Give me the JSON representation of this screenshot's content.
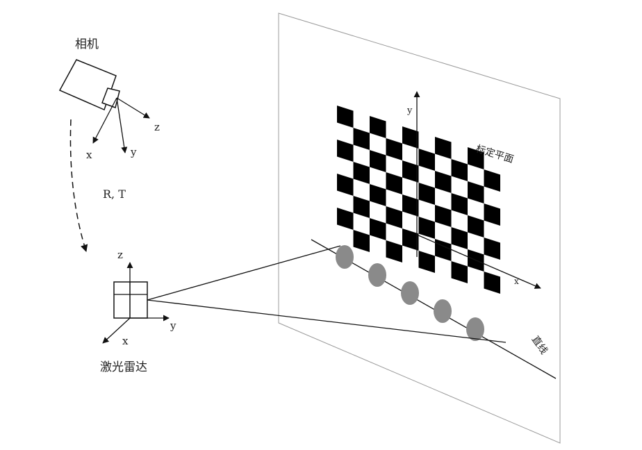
{
  "labels": {
    "camera": "相机",
    "lidar": "激光雷达",
    "rt": "R, T",
    "calib_plane": "标定平面",
    "line": "直线"
  },
  "axes": {
    "camera": {
      "x": "x",
      "y": "y",
      "z": "z"
    },
    "lidar": {
      "x": "x",
      "y": "y",
      "z": "z"
    },
    "plane": {
      "x": "x",
      "y": "y"
    }
  },
  "checkerboard": {
    "columns": 10,
    "rows": 8,
    "pattern": "alternating"
  },
  "scan_points": {
    "count": 5
  },
  "colors": {
    "stroke": "#111111",
    "square": "#000000",
    "scan_point": "#8a8a8a",
    "plane_border": "#999999",
    "background": "#ffffff"
  }
}
